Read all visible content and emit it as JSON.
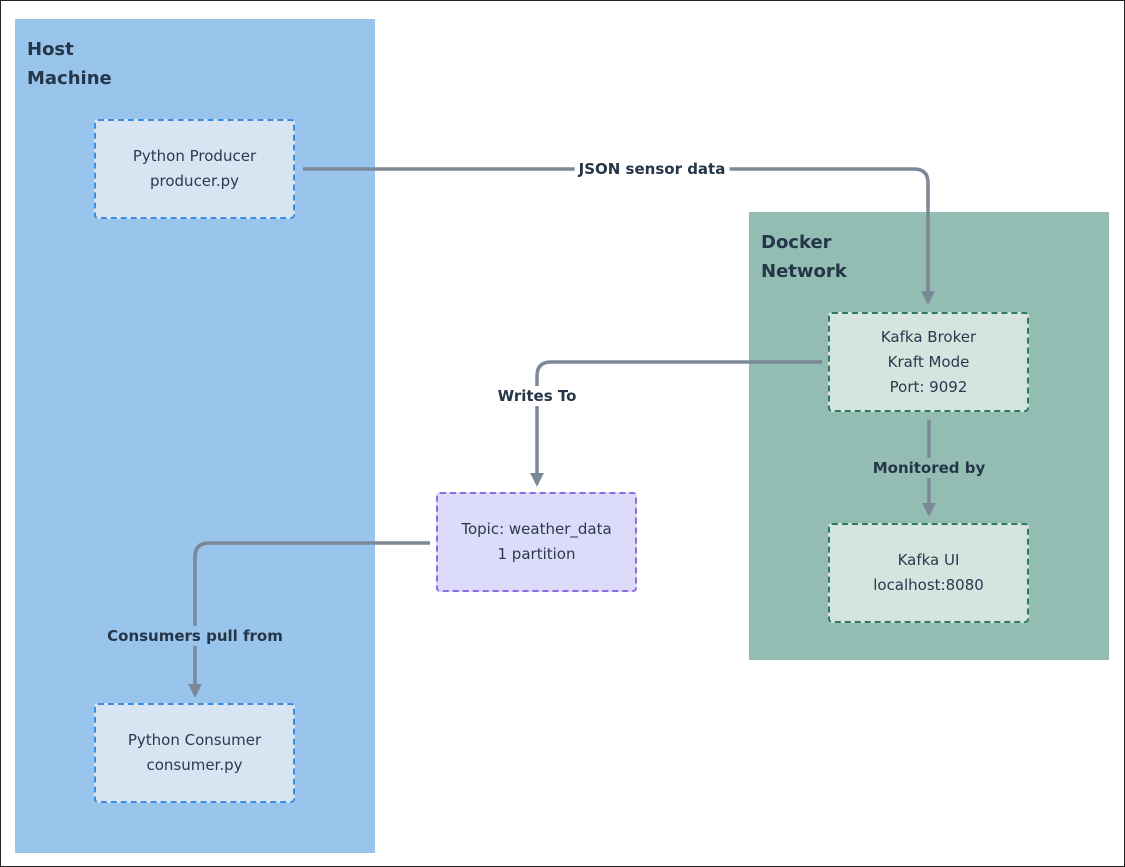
{
  "groups": {
    "host": {
      "title_line1": "Host",
      "title_line2": "Machine"
    },
    "docker": {
      "title_line1": "Docker",
      "title_line2": "Network"
    }
  },
  "nodes": {
    "producer": {
      "line1": "Python Producer",
      "line2": "producer.py"
    },
    "consumer": {
      "line1": "Python Consumer",
      "line2": "consumer.py"
    },
    "broker": {
      "line1": "Kafka Broker",
      "line2": "Kraft Mode",
      "line3": "Port: 9092"
    },
    "kafka_ui": {
      "line1": "Kafka UI",
      "line2": "localhost:8080"
    },
    "topic": {
      "line1": "Topic: weather_data",
      "line2": "1 partition"
    }
  },
  "edges": {
    "producer_to_broker": "JSON sensor data",
    "broker_to_topic": "Writes To",
    "broker_to_ui": "Monitored by",
    "topic_to_consumer": "Consumers pull from"
  },
  "colors": {
    "host_group": "#99c4ec",
    "docker_group": "#93bcb2",
    "topic_fill": "#dcdcfa",
    "edge": "#7b8896"
  }
}
